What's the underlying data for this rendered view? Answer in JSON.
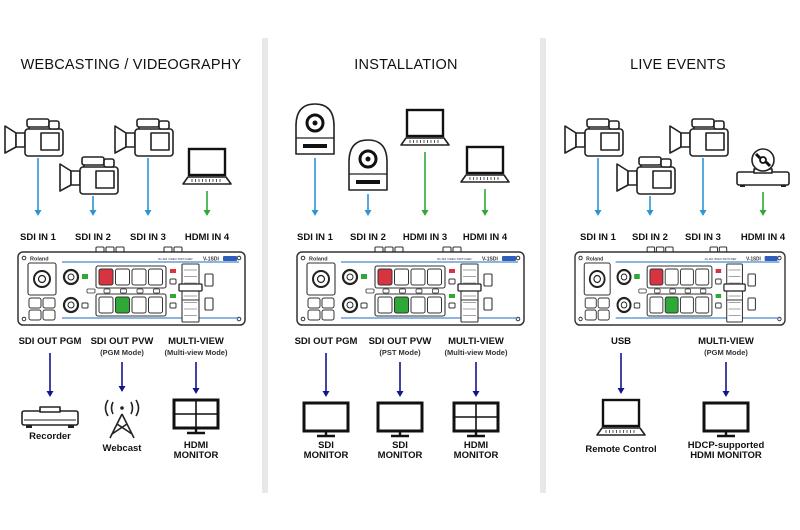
{
  "colors": {
    "sdi_input": "#2f93d8",
    "hdmi_input": "#2ea836",
    "output": "#14148f",
    "red_button": "#d8343f",
    "green_button": "#2ea836",
    "divider": "#e8e8e8"
  },
  "switcher": {
    "brand": "Roland",
    "model": "V-1SDI",
    "caption": "3G-SDI VIDEO SWITCHER"
  },
  "columns": [
    {
      "title": "WEBCASTING / VIDEOGRAPHY",
      "inputs": [
        {
          "label": "SDI IN 1",
          "device": "camcorder-icon",
          "type": "sdi"
        },
        {
          "label": "SDI IN 2",
          "device": "camcorder-icon",
          "type": "sdi"
        },
        {
          "label": "SDI IN 3",
          "device": "camcorder-icon",
          "type": "sdi"
        },
        {
          "label": "HDMI IN 4",
          "device": "laptop-icon",
          "type": "hdmi"
        }
      ],
      "outputs": [
        {
          "label": "SDI OUT PGM",
          "sub": "",
          "device": "recorder-icon",
          "caption": [
            "Recorder"
          ]
        },
        {
          "label": "SDI OUT PVW",
          "sub": "(PGM Mode)",
          "device": "webcast-icon",
          "caption": [
            "Webcast"
          ]
        },
        {
          "label": "MULTI-VIEW",
          "sub": "(Multi-view Mode)",
          "device": "multiview-monitor-icon",
          "caption": [
            "HDMI",
            "MONITOR"
          ]
        }
      ]
    },
    {
      "title": "INSTALLATION",
      "inputs": [
        {
          "label": "SDI IN 1",
          "device": "ptz-camera-icon",
          "type": "sdi"
        },
        {
          "label": "SDI IN 2",
          "device": "ptz-camera-icon",
          "type": "sdi"
        },
        {
          "label": "HDMI IN 3",
          "device": "laptop-icon",
          "type": "hdmi"
        },
        {
          "label": "HDMI IN 4",
          "device": "laptop-icon",
          "type": "hdmi"
        }
      ],
      "outputs": [
        {
          "label": "SDI OUT PGM",
          "sub": "",
          "device": "monitor-icon",
          "caption": [
            "SDI",
            "MONITOR"
          ]
        },
        {
          "label": "SDI OUT PVW",
          "sub": "(PST Mode)",
          "device": "monitor-icon",
          "caption": [
            "SDI",
            "MONITOR"
          ]
        },
        {
          "label": "MULTI-VIEW",
          "sub": "(Multi-view Mode)",
          "device": "multiview-monitor-icon",
          "caption": [
            "HDMI",
            "MONITOR"
          ]
        }
      ]
    },
    {
      "title": "LIVE EVENTS",
      "inputs": [
        {
          "label": "SDI IN 1",
          "device": "camcorder-icon",
          "type": "sdi"
        },
        {
          "label": "SDI IN 2",
          "device": "camcorder-icon",
          "type": "sdi"
        },
        {
          "label": "SDI IN 3",
          "device": "camcorder-icon",
          "type": "sdi"
        },
        {
          "label": "HDMI IN 4",
          "device": "disc-player-icon",
          "type": "hdmi"
        }
      ],
      "outputs": [
        {
          "label": "USB",
          "sub": "",
          "device": "laptop-icon",
          "caption": [
            "Remote Control"
          ]
        },
        {
          "label": "MULTI-VIEW",
          "sub": "(PGM Mode)",
          "device": "monitor-icon",
          "caption": [
            "HDCP-supported",
            "HDMI MONITOR"
          ]
        }
      ]
    }
  ]
}
